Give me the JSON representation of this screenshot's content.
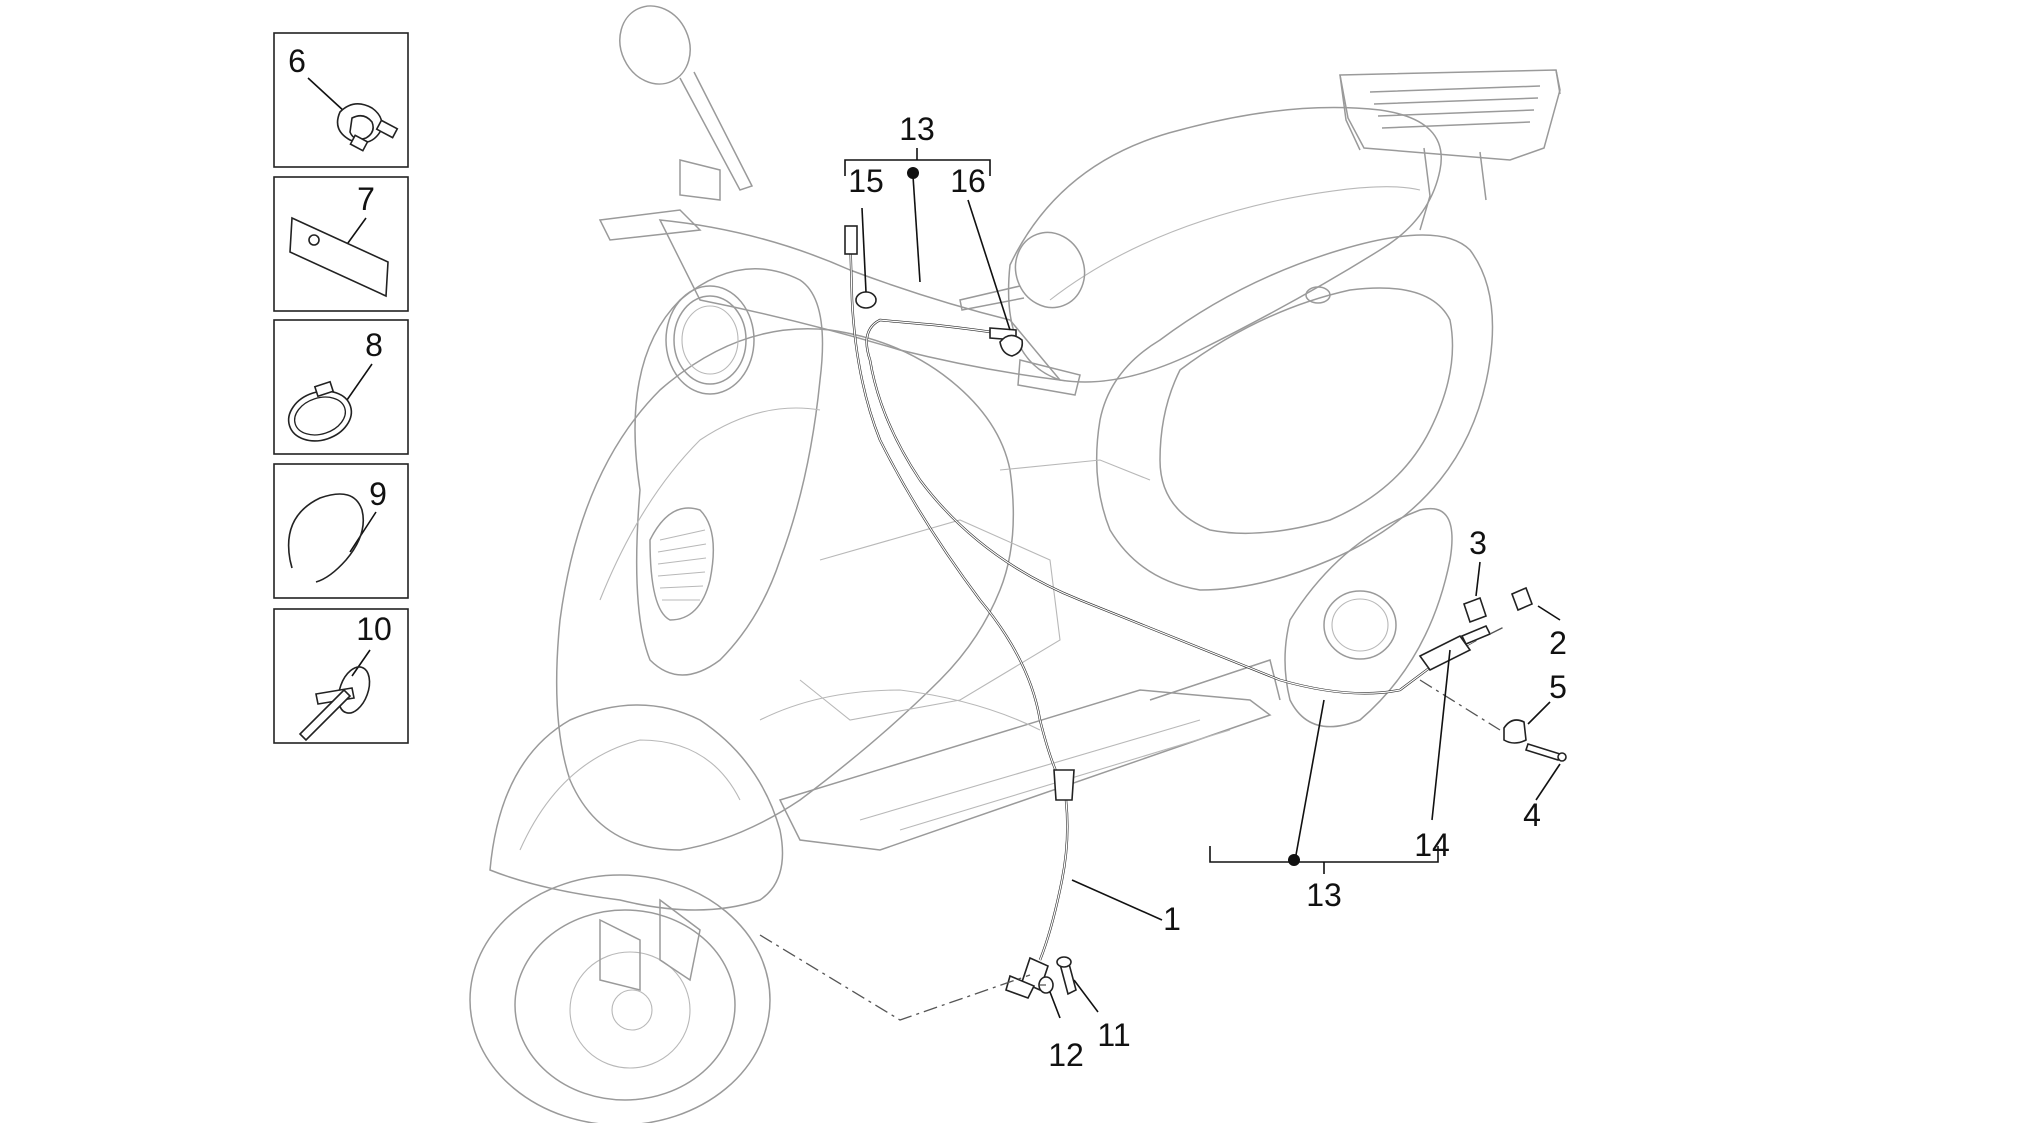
{
  "inset_labels": [
    "6",
    "7",
    "8",
    "9",
    "10"
  ],
  "callouts": {
    "c1": "1",
    "c2": "2",
    "c3": "3",
    "c4": "4",
    "c5": "5",
    "c11": "11",
    "c12": "12",
    "c13_top": "13",
    "c13_bottom": "13",
    "c14": "14",
    "c15": "15",
    "c16": "16"
  }
}
